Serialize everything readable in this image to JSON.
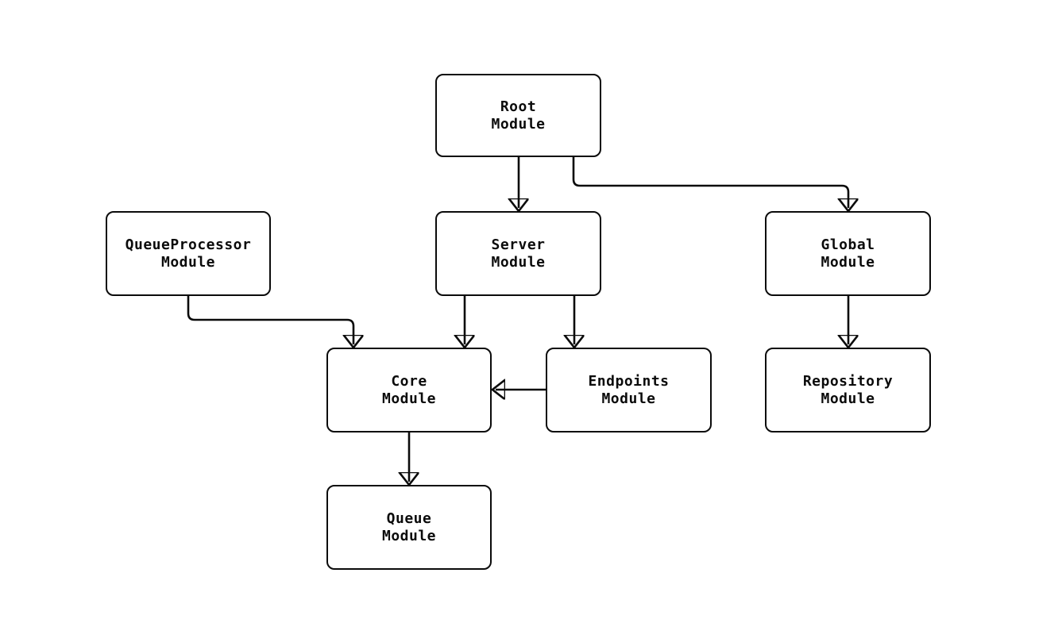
{
  "diagram": {
    "type": "flowchart-module-dependencies",
    "background_color": "#ffffff",
    "node_fill_color": "#ffffff",
    "node_border_color": "#0b0b0b",
    "edge_color": "#0b0b0b",
    "text_color": "#0b0b0b",
    "nodes": [
      {
        "id": "root",
        "label": "Root\nModule"
      },
      {
        "id": "queueprocessor",
        "label": "QueueProcessor\nModule"
      },
      {
        "id": "server",
        "label": "Server\nModule"
      },
      {
        "id": "global",
        "label": "Global\nModule"
      },
      {
        "id": "core",
        "label": "Core\nModule"
      },
      {
        "id": "endpoints",
        "label": "Endpoints\nModule"
      },
      {
        "id": "repository",
        "label": "Repository\nModule"
      },
      {
        "id": "queue",
        "label": "Queue\nModule"
      }
    ],
    "edges": [
      {
        "from": "root",
        "to": "server",
        "style": "arrow"
      },
      {
        "from": "root",
        "to": "global",
        "style": "arrow"
      },
      {
        "from": "queueprocessor",
        "to": "core",
        "style": "arrow"
      },
      {
        "from": "server",
        "to": "core",
        "style": "arrow"
      },
      {
        "from": "server",
        "to": "endpoints",
        "style": "arrow"
      },
      {
        "from": "endpoints",
        "to": "core",
        "style": "arrow"
      },
      {
        "from": "global",
        "to": "repository",
        "style": "arrow"
      },
      {
        "from": "core",
        "to": "queue",
        "style": "arrow"
      }
    ]
  }
}
